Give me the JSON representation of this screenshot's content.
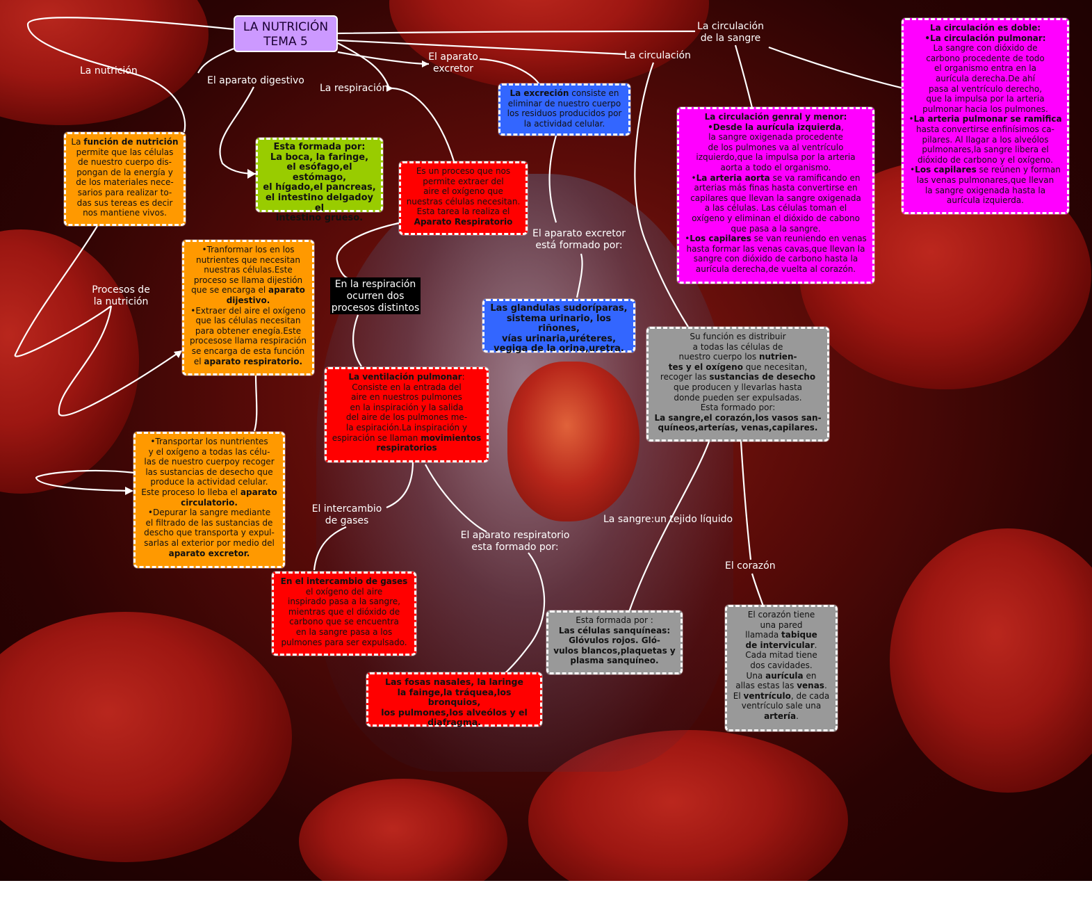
{
  "title": "LA NUTRICIÓN\nTEMA 5",
  "labels": {
    "nutricion": "La nutrición",
    "aparato_digestivo": "El aparato digestivo",
    "respiracion": "La respiración",
    "aparato_excretor": "El aparato\nexcretor",
    "circulacion": "La circulación",
    "circulacion_sangre": "La circulación\nde la sangre",
    "procesos": "Procesos de\nla nutrición",
    "excretor_formado": "El aparato excretor\nestá formado por:",
    "intercambio": "El intercambio\nde gases",
    "respiratorio_formado": "El aparato respiratorio\nesta formado por:",
    "sangre_tejido": "La sangre:un tejido líquido",
    "corazon": "El corazón",
    "respiracion_procesos": "En la respiración\nocurren dos\nprocesos distintos"
  },
  "boxes": {
    "funcion_nutricion": {
      "pre": "La ",
      "bold": "función de nutrición",
      "post": "\npermite que las células\nde nuestro cuerpo dis-\npongan de la energía y\nde los materiales nece-\nsarios para realizar to-\ndas sus tereas es decir\nnos mantiene vivos."
    },
    "digestivo": "Esta formada por:\nLa boca, la faringe,\nel esófago,el estómago,\nel hígado,el pancreas,\nel intestino delgadoy el\nintestino grueso.",
    "procesos_1": {
      "pre": "•Tranformar los en los\nnutrientes que necesitan\nnuestras células.Este\nproceso se llama dijestión\nque se encarga el ",
      "bold1": "aparato\ndijestivo.",
      "mid": "\n•Extraer del aire el oxígeno\nque las células necesitan\npara obtener enegía.Este\nprocesose llama respiración\nse encarga de esta función\nel ",
      "bold2": "aparato respiratorio."
    },
    "procesos_2": {
      "pre": "•Transportar los nuntrientes\ny el oxígeno a todas las célu-\nlas de nuestro cuerpoy recoger\nlas sustancias de desecho que\nproduce la actividad celular.\nEste proceso lo lleba el ",
      "bold1": "aparato\ncirculatorio.",
      "mid": "\n•Depurar la sangre mediante\nel filtrado de las sustancias de\ndescho que transporta y expul-\nsarlas al exterior por medio del\n",
      "bold2": "aparato excretor."
    },
    "respiracion_def": {
      "pre": "Es un proceso que nos\npermite extraer del\naire el oxígeno que\nnuestras células necesitan.\nEsta tarea la realiza el\n",
      "bold": "Aparato Respiratorio"
    },
    "excrecion": {
      "bold": "La excreción",
      "post": " consiste en\neliminar de nuestro cuerpo\nlos residuos producidos por\nla actividad celular."
    },
    "excretor_partes": "Las glandulas sudoríparas,\nsistema urinario, los riñones,\nvías urinaria,uréteres,\nvegiga de la orina,uretra.",
    "ventilacion": {
      "bold": "La ventilación pulmonar",
      "post": ":\nConsiste en la entrada del\naire en nuestros pulmones\nen la inspiración y la salida\ndel aire de los pulmones me-\nla espiración.La inspiración y\nespiración se llaman ",
      "bold2": "movimientos\nrespiratorios"
    },
    "intercambio_gases": {
      "bold": "En el intercambio de gases",
      "post": "\nel oxígeno del aire\ninspirado pasa a la sangre,\nmientras que el dióxido de\ncarbono que se encuentra\nen la sangre pasa a los\npulmones para ser expulsado."
    },
    "respiratorio_partes": "Las fosas nasales, la laringe\nla fainge,la tráquea,los bronquios,\nlos pulmones,los alveólos y el\ndiafragma.",
    "circulacion_funcion": {
      "pre": "Su función es distribuir\na todas las células de\nnuestro cuerpo los ",
      "bold1": "nutrien-\ntes y el oxígeno",
      "mid": " que necesitan,\nrecoger las ",
      "bold2": "sustancias de desecho",
      "mid2": "\nque producen y llevarlas hasta\ndonde pueden ser expulsadas.\nEsta formado por:\n",
      "bold3": "La sangre,el corazón,los vasos san-\nquíneos,arterías, venas,capilares."
    },
    "sangre": {
      "pre": "Esta formada  por :\n",
      "bold": "Las células sanquíneas:\nGlóvulos rojos. Gló-\nvulos blancos,plaquetas y\nplasma sanquíneo."
    },
    "corazon": {
      "t1": "El corazón tiene\nuna pared\nllamada ",
      "b1": "tabique\nde intervicular",
      "t2": ".\nCada mitad tiene\ndos cavidades.\nUna ",
      "b2": "aurícula",
      "t3": " en\nallas estas las ",
      "b3": "venas",
      "t4": ".\nEl ",
      "b4": "ventrículo",
      "t5": ", de cada\nventrículo sale una\n",
      "b5": "artería",
      "t6": "."
    },
    "circulacion_general": {
      "b1": "La circulación genral y menor:\n•Desde la aurícula izquierda",
      "t1": ",\nla sangre oxigenada procedente\nde los pulmones va al ventrículo\nizquierdo,que la impulsa por la arteria\naorta a todo el organismo.\n•",
      "b2": "La arteria aorta",
      "t2": " se va ramificando en\narterias más finas hasta convertirse en\ncapilares que llevan la sangre oxigenada\na las células. Las células toman el\noxígeno y eliminan el dióxido de cabono\nque pasa a la sangre.\n•",
      "b3": "Los capilares",
      "t3": " se van reuniendo en venas\nhasta formar las venas cavas,que llevan la\nsangre con dióxido de carbono hasta la\naurícula derecha,de vuelta al corazón."
    },
    "circulacion_doble": {
      "b1": "La circulación es doble:\n•La circulación pulmonar:",
      "t1": "\nLa sangre con dióxido de\ncarbono procedente de todo\nel organismo entra en la\naurícula derecha.De ahí\npasa al ventrículo derecho,\nque la impulsa por la arteria\npulmonar hacia los pulmones.\n•",
      "b2": "La arteria pulmonar se ramifica",
      "t2": "\nhasta convertirse enfinísimos ca-\npilares. Al llagar a los alveólos\npulmonares,la sangre libera el\ndióxido de carbono y el oxígeno.\n•",
      "b3": "Los capilares",
      "t3": " se reúnen y forman\nlas venas pulmonares,que llevan\nla sangre oxigenada hasta la\naurícula izquierda."
    }
  },
  "colors": {
    "orange": "#ff9900",
    "green": "#99cc00",
    "red": "#ff0000",
    "blue": "#3366ff",
    "magenta": "#ff00ff",
    "gray": "#999999",
    "title": "#cc99ff"
  }
}
